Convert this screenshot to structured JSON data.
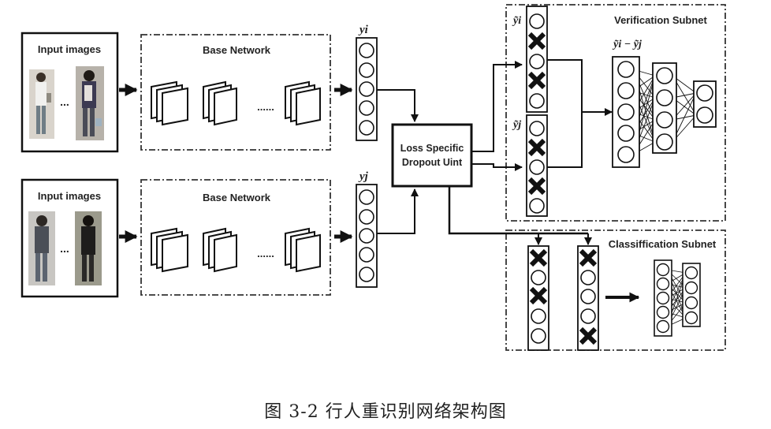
{
  "top_branch": {
    "input_label": "Input images",
    "network_label": "Base Network",
    "dots": "......",
    "ellipsis": "...",
    "feature_label": "yi"
  },
  "bottom_branch": {
    "input_label": "Input images",
    "network_label": "Base Network",
    "dots": "......",
    "ellipsis": "...",
    "feature_label": "yj"
  },
  "dropout": {
    "line1": "Loss Specific",
    "line2": "Dropout Uint"
  },
  "verification": {
    "title": "Verification Subnet",
    "yi_tilde": "ỹi",
    "yj_tilde": "ỹj",
    "diff_label": "ỹi − ỹj"
  },
  "classification": {
    "title": "Classiffication Subnet"
  },
  "caption": "图 3-2  行人重识别网络架构图"
}
